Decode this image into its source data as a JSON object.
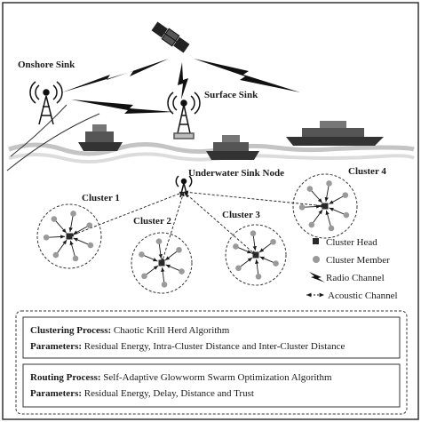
{
  "labels": {
    "onshore_sink": "Onshore Sink",
    "surface_sink": "Surface Sink",
    "underwater_sink": "Underwater Sink Node",
    "cluster1": "Cluster 1",
    "cluster2": "Cluster 2",
    "cluster3": "Cluster 3",
    "cluster4": "Cluster 4"
  },
  "legend": {
    "cluster_head": "Cluster Head",
    "cluster_member": "Cluster Member",
    "radio_channel": "Radio Channel",
    "acoustic_channel": "Acoustic Channel"
  },
  "box1": {
    "line1_bold": "Clustering Process:",
    "line1_text": " Chaotic Krill Herd Algorithm",
    "line2_bold": "Parameters:",
    "line2_text": " Residual Energy, Intra-Cluster Distance and Inter-Cluster Distance"
  },
  "box2": {
    "line1_bold": "Routing Process:",
    "line1_text": " Self-Adaptive Glowworm Swarm Optimization Algorithm",
    "line2_bold": "Parameters:",
    "line2_text": " Residual Energy, Delay, Distance and Trust"
  },
  "colors": {
    "line": "#1a1a1a",
    "member": "#9a9a9a",
    "head": "#2a2a2a",
    "water": "#b9b9b9"
  }
}
